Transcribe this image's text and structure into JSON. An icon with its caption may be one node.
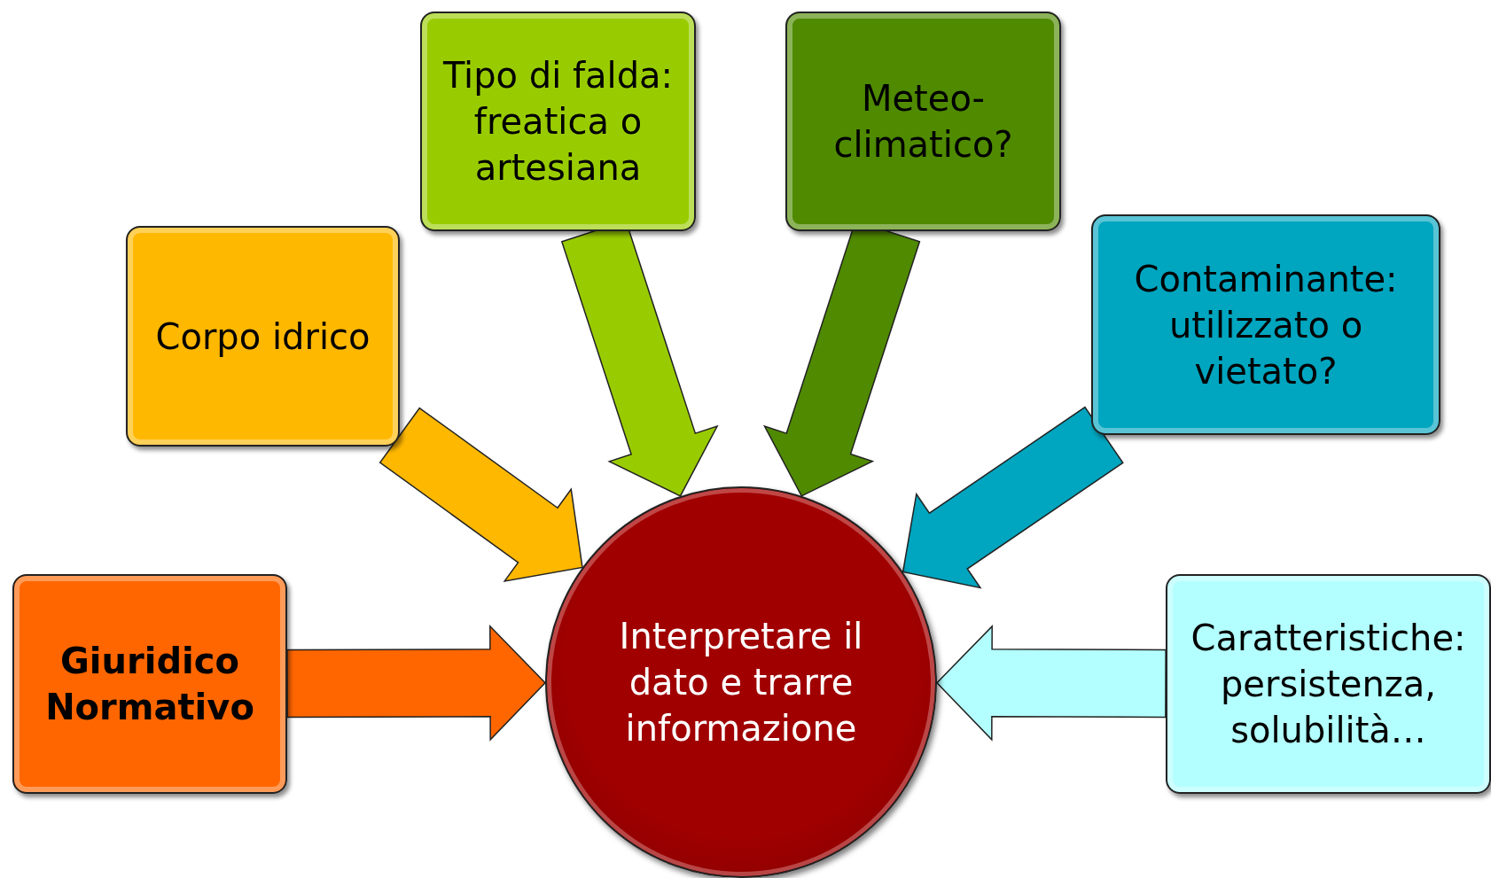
{
  "diagram": {
    "nodes": [
      {
        "text": [
          "Tipo di falda: freatica o artesiana"
        ]
      },
      {
        "text": [
          "Meteo-climatico?"
        ]
      },
      {
        "text": [
          "Corpo idrico"
        ]
      },
      {
        "text": [
          "Contaminante: utilizzato o vietato?"
        ]
      },
      {
        "text": [
          "Giuridico Normativo"
        ]
      },
      {
        "text": [
          "Interpretare il dato e trarre informazione"
        ]
      },
      {
        "text": [
          "Caratteristiche: persistenza, solubilità…"
        ]
      }
    ],
    "edges": [
      {
        "from": 0,
        "to": 5,
        "arrow": "to",
        "color": "#99cc00"
      },
      {
        "from": 1,
        "to": 5,
        "arrow": "to",
        "color": "#4f8a00"
      },
      {
        "from": 2,
        "to": 5,
        "arrow": "to",
        "color": "#ffb800"
      },
      {
        "from": 3,
        "to": 5,
        "arrow": "to",
        "color": "#00a5bf"
      },
      {
        "from": 4,
        "to": 5,
        "arrow": "to",
        "color": "#ff6600"
      },
      {
        "from": 6,
        "to": 5,
        "arrow": "to",
        "color": "#b3ffff"
      }
    ]
  }
}
